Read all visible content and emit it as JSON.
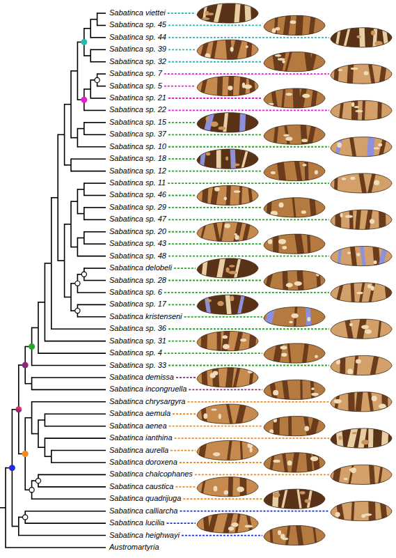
{
  "diagram": {
    "labels": [
      "Sabatinca viettei",
      "Sabatinca sp. 45",
      "Sabatinca sp. 44",
      "Sabatinca sp. 39",
      "Sabatinca sp. 32",
      "Sabatinca sp. 7",
      "Sabatinca sp. 5",
      "Sabatinca sp. 21",
      "Sabatinca sp. 22",
      "Sabatinca sp. 15",
      "Sabatinca sp. 37",
      "Sabatinca sp. 10",
      "Sabatinca sp. 18",
      "Sabatinca sp. 12",
      "Sabatinca sp. 11",
      "Sabatinca sp. 46",
      "Sabatinca sp. 29",
      "Sabatinca sp. 47",
      "Sabatinca sp. 20",
      "Sabatinca sp. 43",
      "Sabatinca sp. 48",
      "Sabatinca delobeli",
      "Sabatinca sp. 28",
      "Sabatinca sp. 6",
      "Sabatinca sp. 17",
      "Sabatinca kristenseni",
      "Sabatinca sp. 36",
      "Sabatinca sp. 31",
      "Sabatinca sp. 4",
      "Sabatinca sp. 33",
      "Sabatinca demissa",
      "Sabatinca incongruella",
      "Sabatinca chrysargyra",
      "Sabatinca aemula",
      "Sabatinca aenea",
      "Sabatinca ianthina",
      "Sabatinca aurella",
      "Sabatinca doroxena",
      "Sabatinca chalcophanes",
      "Sabatinca caustica",
      "Sabatinca quadrijuga",
      "Sabatinca calliarcha",
      "Sabatinca lucilia",
      "Sabatinca heighwayi",
      "Austromartyria"
    ]
  }
}
